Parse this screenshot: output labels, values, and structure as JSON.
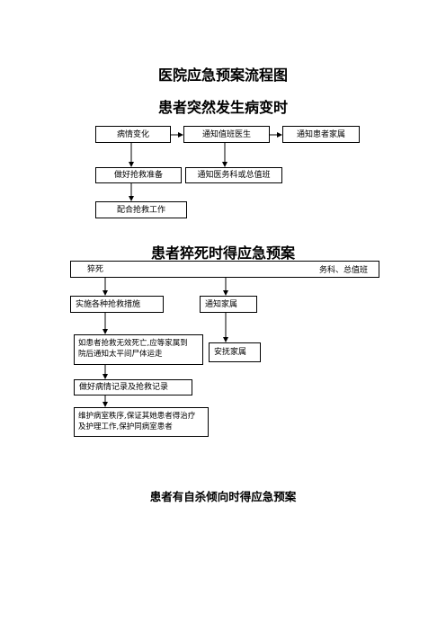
{
  "doc_title": "医院应急预案流程图",
  "section1": {
    "heading": "患者突然发生病变时",
    "nodes": {
      "condition_change": "病情变化",
      "notify_doctor": "通知值班医生",
      "notify_family": "通知患者家属",
      "prepare_rescue": "做好抢救准备",
      "notify_dept": "通知医务科或总值班",
      "cooperate_rescue": "配合抢救工作"
    }
  },
  "section2": {
    "heading": "患者猝死时得应急预案",
    "nodes": {
      "sudden_death_fragment": "猝死",
      "notify_dept_fragment": "务科、总值班",
      "measures": "实施各种抢救措施",
      "notify_family": "通知家属",
      "if_failed_line1": "如患者抢救无效死亡,应等家属到",
      "if_failed_line2": "院后通知太平间尸体运走",
      "comfort_family": "安抚家属",
      "records": "做好病情记录及抢救记录",
      "maintain_line1": "维护病室秩序,保证其她患者得治疗",
      "maintain_line2": "及护理工作,保护同病室患者"
    }
  },
  "section3": {
    "heading": "患者有自杀倾向时得应急预案"
  }
}
